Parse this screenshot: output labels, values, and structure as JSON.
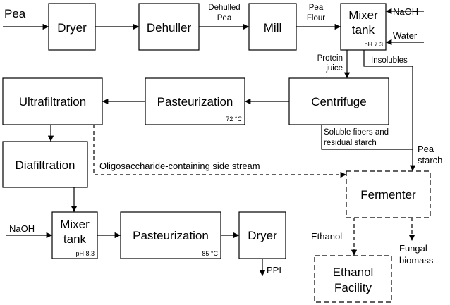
{
  "process": {
    "dryer1": "Dryer",
    "dehuller": "Dehuller",
    "mill": "Mill",
    "mixer1": {
      "line1": "Mixer",
      "line2": "tank",
      "ph": "pH 7.3"
    },
    "centrifuge": "Centrifuge",
    "pasteurization1": {
      "label": "Pasteurization",
      "temp": "72 °C"
    },
    "ultrafiltration": "Ultrafiltration",
    "diafiltration": "Diafiltration",
    "mixer2": {
      "line1": "Mixer",
      "line2": "tank",
      "ph": "pH 8.3"
    },
    "pasteurization2": {
      "label": "Pasteurization",
      "temp": "85 °C"
    },
    "dryer2": "Dryer",
    "fermenter": "Fermenter",
    "ethanol_facility": {
      "line1": "Ethanol",
      "line2": "Facility"
    }
  },
  "streams": {
    "pea": "Pea",
    "dehulled_pea": {
      "line1": "Dehulled",
      "line2": "Pea"
    },
    "pea_flour": {
      "line1": "Pea",
      "line2": "Flour"
    },
    "naoh1": "NaOH",
    "water": "Water",
    "protein_juice": {
      "line1": "Protein",
      "line2": "juice"
    },
    "insolubles": "Insolubles",
    "soluble_fibers": {
      "line1": "Soluble fibers and",
      "line2": "residual starch"
    },
    "pea_starch": {
      "line1": "Pea",
      "line2": "starch"
    },
    "oligo": "Oligosaccharide-containing side stream",
    "naoh2": "NaOH",
    "ethanol": "Ethanol",
    "fungal_biomass": {
      "line1": "Fungal",
      "line2": "biomass"
    },
    "ppi": "PPI"
  }
}
